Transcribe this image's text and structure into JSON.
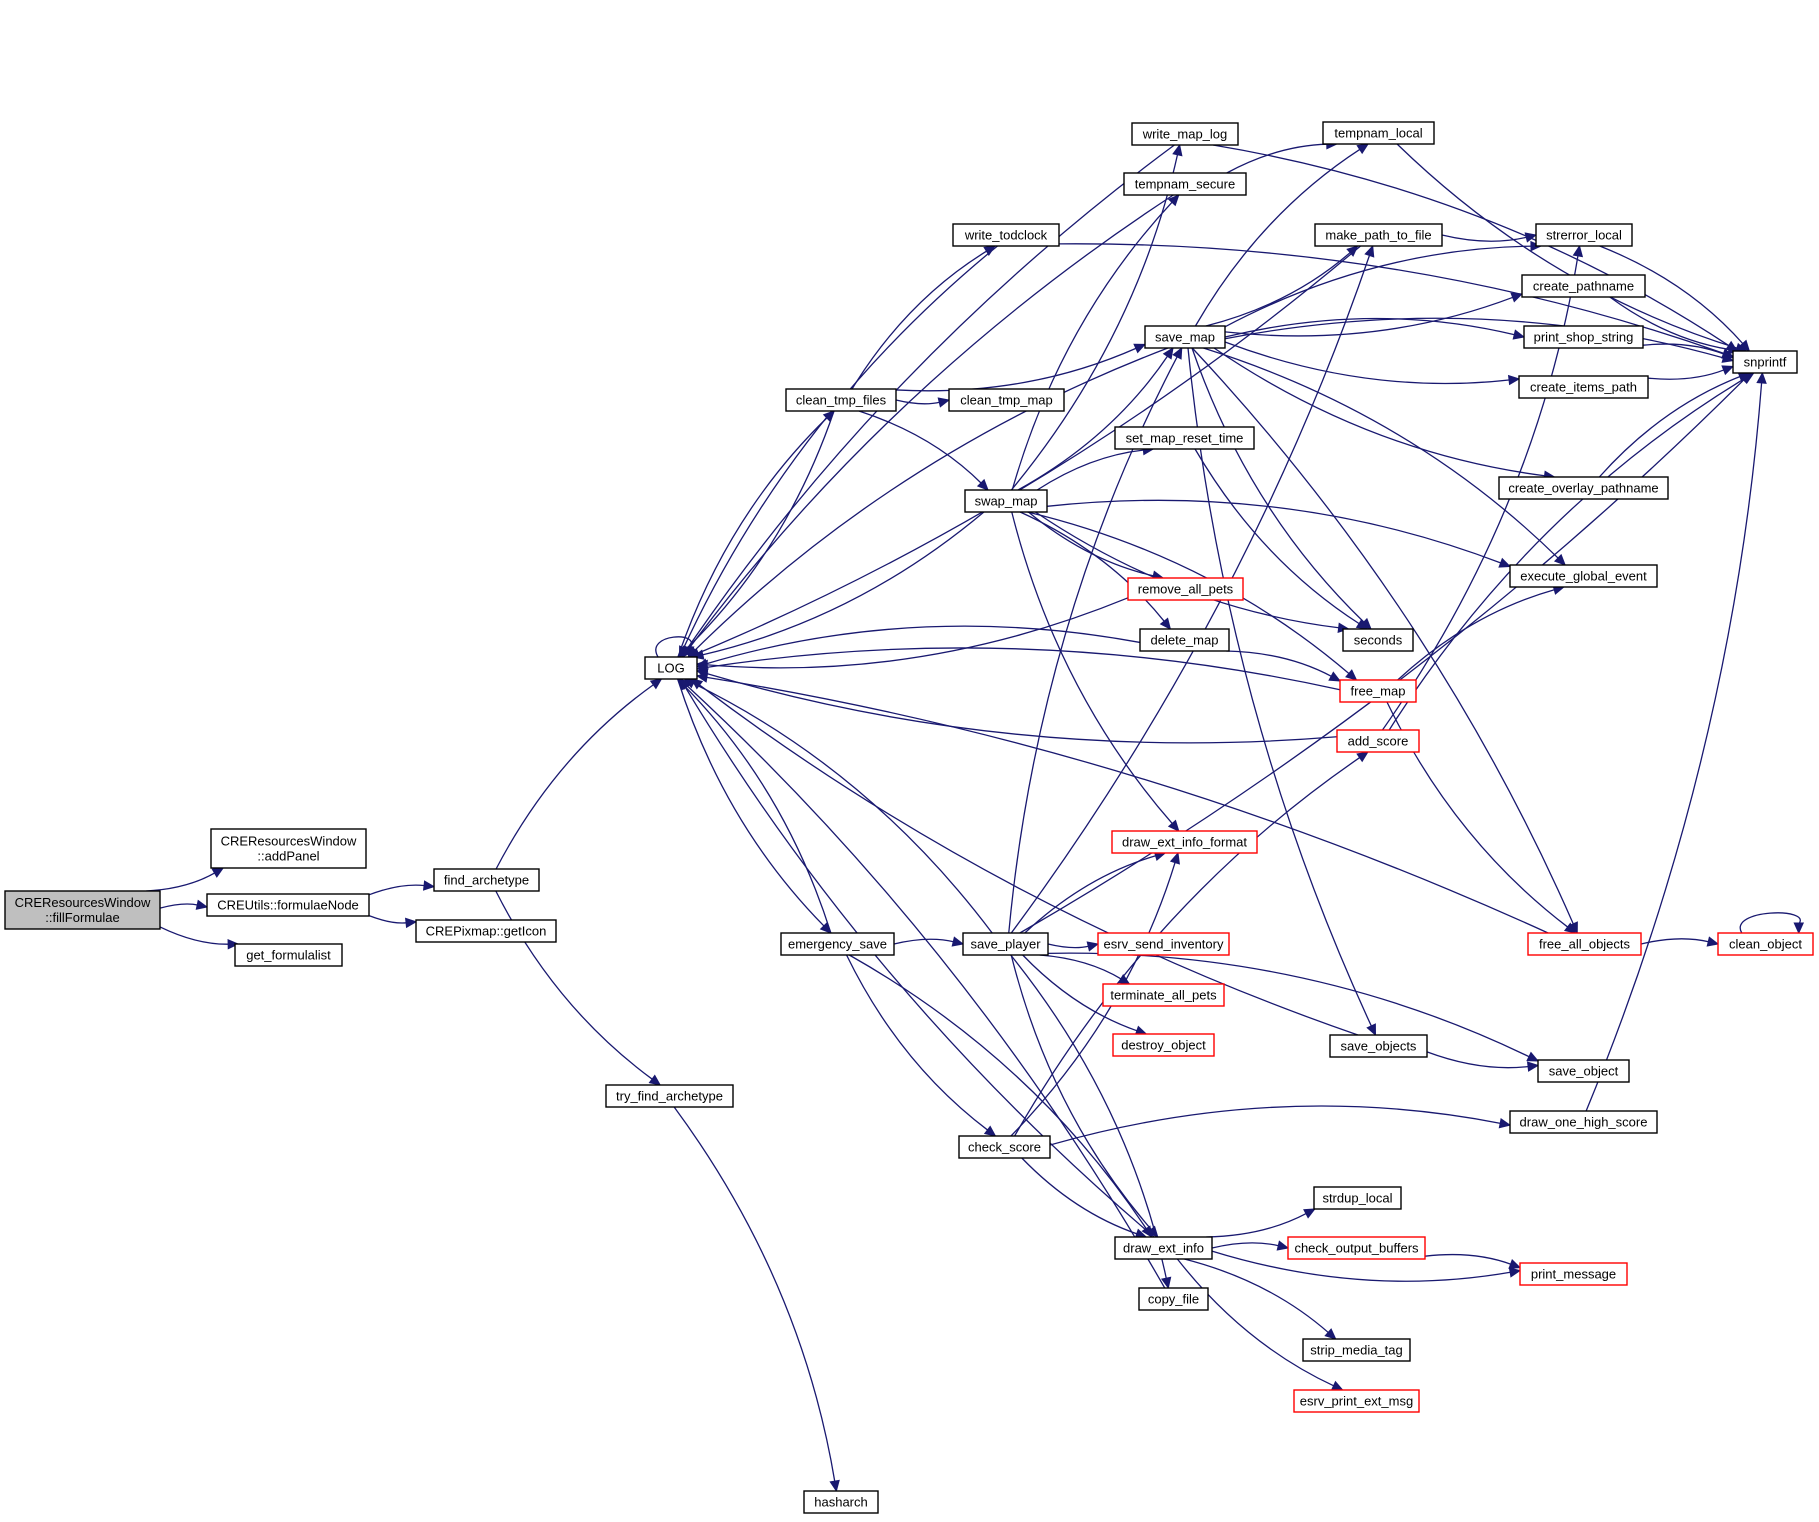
{
  "graph": {
    "type": "call-graph",
    "root": "CREResourcesWindow::fillFormulae",
    "colors": {
      "edge": "#191970",
      "node_border": "#000000",
      "node_border_truncated": "#ff0000",
      "root_fill": "#bfbfbf",
      "node_fill": "#ffffff"
    },
    "nodes": [
      {
        "id": "fillFormulae",
        "lines": [
          "CREResourcesWindow",
          "::fillFormulae"
        ],
        "style": "root"
      },
      {
        "id": "addPanel",
        "lines": [
          "CREResourcesWindow",
          "::addPanel"
        ],
        "style": "normal"
      },
      {
        "id": "formulaeNode",
        "lines": [
          "CREUtils::formulaeNode"
        ],
        "style": "normal"
      },
      {
        "id": "get_formulalist",
        "lines": [
          "get_formulalist"
        ],
        "style": "normal"
      },
      {
        "id": "find_archetype",
        "lines": [
          "find_archetype"
        ],
        "style": "normal"
      },
      {
        "id": "getIcon",
        "lines": [
          "CREPixmap::getIcon"
        ],
        "style": "normal"
      },
      {
        "id": "LOG",
        "lines": [
          "LOG"
        ],
        "style": "normal"
      },
      {
        "id": "try_find_archetype",
        "lines": [
          "try_find_archetype"
        ],
        "style": "normal"
      },
      {
        "id": "hasharch",
        "lines": [
          "hasharch"
        ],
        "style": "normal"
      },
      {
        "id": "clean_tmp_files",
        "lines": [
          "clean_tmp_files"
        ],
        "style": "normal"
      },
      {
        "id": "clean_tmp_map",
        "lines": [
          "clean_tmp_map"
        ],
        "style": "normal"
      },
      {
        "id": "write_todclock",
        "lines": [
          "write_todclock"
        ],
        "style": "normal"
      },
      {
        "id": "write_map_log",
        "lines": [
          "write_map_log"
        ],
        "style": "normal"
      },
      {
        "id": "tempnam_secure",
        "lines": [
          "tempnam_secure"
        ],
        "style": "normal"
      },
      {
        "id": "tempnam_local",
        "lines": [
          "tempnam_local"
        ],
        "style": "normal"
      },
      {
        "id": "make_path_to_file",
        "lines": [
          "make_path_to_file"
        ],
        "style": "normal"
      },
      {
        "id": "strerror_local",
        "lines": [
          "strerror_local"
        ],
        "style": "normal"
      },
      {
        "id": "create_pathname",
        "lines": [
          "create_pathname"
        ],
        "style": "normal"
      },
      {
        "id": "print_shop_string",
        "lines": [
          "print_shop_string"
        ],
        "style": "normal"
      },
      {
        "id": "create_items_path",
        "lines": [
          "create_items_path"
        ],
        "style": "normal"
      },
      {
        "id": "create_overlay_pathname",
        "lines": [
          "create_overlay_pathname"
        ],
        "style": "normal"
      },
      {
        "id": "execute_global_event",
        "lines": [
          "execute_global_event"
        ],
        "style": "normal"
      },
      {
        "id": "snprintf",
        "lines": [
          "snprintf"
        ],
        "style": "normal"
      },
      {
        "id": "save_map",
        "lines": [
          "save_map"
        ],
        "style": "normal"
      },
      {
        "id": "set_map_reset_time",
        "lines": [
          "set_map_reset_time"
        ],
        "style": "normal"
      },
      {
        "id": "swap_map",
        "lines": [
          "swap_map"
        ],
        "style": "normal"
      },
      {
        "id": "remove_all_pets",
        "lines": [
          "remove_all_pets"
        ],
        "style": "truncated"
      },
      {
        "id": "delete_map",
        "lines": [
          "delete_map"
        ],
        "style": "normal"
      },
      {
        "id": "seconds",
        "lines": [
          "seconds"
        ],
        "style": "normal"
      },
      {
        "id": "free_map",
        "lines": [
          "free_map"
        ],
        "style": "truncated"
      },
      {
        "id": "add_score",
        "lines": [
          "add_score"
        ],
        "style": "truncated"
      },
      {
        "id": "draw_ext_info_format",
        "lines": [
          "draw_ext_info_format"
        ],
        "style": "truncated"
      },
      {
        "id": "emergency_save",
        "lines": [
          "emergency_save"
        ],
        "style": "normal"
      },
      {
        "id": "save_player",
        "lines": [
          "save_player"
        ],
        "style": "normal"
      },
      {
        "id": "esrv_send_inventory",
        "lines": [
          "esrv_send_inventory"
        ],
        "style": "truncated"
      },
      {
        "id": "terminate_all_pets",
        "lines": [
          "terminate_all_pets"
        ],
        "style": "truncated"
      },
      {
        "id": "destroy_object",
        "lines": [
          "destroy_object"
        ],
        "style": "truncated"
      },
      {
        "id": "free_all_objects",
        "lines": [
          "free_all_objects"
        ],
        "style": "truncated"
      },
      {
        "id": "clean_object",
        "lines": [
          "clean_object"
        ],
        "style": "truncated"
      },
      {
        "id": "save_objects",
        "lines": [
          "save_objects"
        ],
        "style": "normal"
      },
      {
        "id": "save_object",
        "lines": [
          "save_object"
        ],
        "style": "normal"
      },
      {
        "id": "check_score",
        "lines": [
          "check_score"
        ],
        "style": "normal"
      },
      {
        "id": "draw_one_high_score",
        "lines": [
          "draw_one_high_score"
        ],
        "style": "normal"
      },
      {
        "id": "draw_ext_info",
        "lines": [
          "draw_ext_info"
        ],
        "style": "normal"
      },
      {
        "id": "strdup_local",
        "lines": [
          "strdup_local"
        ],
        "style": "normal"
      },
      {
        "id": "check_output_buffers",
        "lines": [
          "check_output_buffers"
        ],
        "style": "truncated"
      },
      {
        "id": "print_message",
        "lines": [
          "print_message"
        ],
        "style": "truncated"
      },
      {
        "id": "copy_file",
        "lines": [
          "copy_file"
        ],
        "style": "normal"
      },
      {
        "id": "strip_media_tag",
        "lines": [
          "strip_media_tag"
        ],
        "style": "normal"
      },
      {
        "id": "esrv_print_ext_msg",
        "lines": [
          "esrv_print_ext_msg"
        ],
        "style": "truncated"
      }
    ],
    "edges": [
      [
        "fillFormulae",
        "addPanel"
      ],
      [
        "fillFormulae",
        "formulaeNode"
      ],
      [
        "fillFormulae",
        "get_formulalist"
      ],
      [
        "formulaeNode",
        "find_archetype"
      ],
      [
        "formulaeNode",
        "getIcon"
      ],
      [
        "find_archetype",
        "LOG"
      ],
      [
        "find_archetype",
        "try_find_archetype"
      ],
      [
        "try_find_archetype",
        "hasharch"
      ],
      [
        "LOG",
        "LOG"
      ],
      [
        "LOG",
        "clean_tmp_files"
      ],
      [
        "LOG",
        "emergency_save"
      ],
      [
        "clean_tmp_files",
        "LOG"
      ],
      [
        "clean_tmp_files",
        "clean_tmp_map"
      ],
      [
        "clean_tmp_files",
        "write_todclock"
      ],
      [
        "clean_tmp_files",
        "save_map"
      ],
      [
        "clean_tmp_files",
        "swap_map"
      ],
      [
        "write_todclock",
        "LOG"
      ],
      [
        "write_todclock",
        "snprintf"
      ],
      [
        "write_map_log",
        "LOG"
      ],
      [
        "write_map_log",
        "snprintf"
      ],
      [
        "tempnam_secure",
        "LOG"
      ],
      [
        "tempnam_secure",
        "tempnam_local"
      ],
      [
        "tempnam_local",
        "snprintf"
      ],
      [
        "make_path_to_file",
        "LOG"
      ],
      [
        "make_path_to_file",
        "strerror_local"
      ],
      [
        "strerror_local",
        "snprintf"
      ],
      [
        "create_pathname",
        "snprintf"
      ],
      [
        "print_shop_string",
        "snprintf"
      ],
      [
        "create_items_path",
        "snprintf"
      ],
      [
        "create_overlay_pathname",
        "snprintf"
      ],
      [
        "save_map",
        "LOG"
      ],
      [
        "save_map",
        "tempnam_local"
      ],
      [
        "save_map",
        "make_path_to_file"
      ],
      [
        "save_map",
        "strerror_local"
      ],
      [
        "save_map",
        "create_pathname"
      ],
      [
        "save_map",
        "print_shop_string"
      ],
      [
        "save_map",
        "create_items_path"
      ],
      [
        "save_map",
        "snprintf"
      ],
      [
        "save_map",
        "create_overlay_pathname"
      ],
      [
        "save_map",
        "execute_global_event"
      ],
      [
        "save_map",
        "seconds"
      ],
      [
        "save_map",
        "free_all_objects"
      ],
      [
        "save_map",
        "save_objects"
      ],
      [
        "swap_map",
        "LOG"
      ],
      [
        "swap_map",
        "write_map_log"
      ],
      [
        "swap_map",
        "tempnam_secure"
      ],
      [
        "swap_map",
        "save_map"
      ],
      [
        "swap_map",
        "set_map_reset_time"
      ],
      [
        "swap_map",
        "remove_all_pets"
      ],
      [
        "swap_map",
        "delete_map"
      ],
      [
        "swap_map",
        "seconds"
      ],
      [
        "swap_map",
        "free_map"
      ],
      [
        "swap_map",
        "draw_ext_info_format"
      ],
      [
        "swap_map",
        "execute_global_event"
      ],
      [
        "set_map_reset_time",
        "seconds"
      ],
      [
        "remove_all_pets",
        "LOG"
      ],
      [
        "delete_map",
        "LOG"
      ],
      [
        "delete_map",
        "free_map"
      ],
      [
        "free_map",
        "LOG"
      ],
      [
        "free_map",
        "execute_global_event"
      ],
      [
        "free_map",
        "free_all_objects"
      ],
      [
        "add_score",
        "LOG"
      ],
      [
        "add_score",
        "strerror_local"
      ],
      [
        "add_score",
        "snprintf"
      ],
      [
        "emergency_save",
        "LOG"
      ],
      [
        "emergency_save",
        "save_player"
      ],
      [
        "emergency_save",
        "check_score"
      ],
      [
        "emergency_save",
        "draw_ext_info"
      ],
      [
        "save_player",
        "LOG"
      ],
      [
        "save_player",
        "save_map"
      ],
      [
        "save_player",
        "make_path_to_file"
      ],
      [
        "save_player",
        "draw_ext_info_format"
      ],
      [
        "save_player",
        "esrv_send_inventory"
      ],
      [
        "save_player",
        "terminate_all_pets"
      ],
      [
        "save_player",
        "destroy_object"
      ],
      [
        "save_player",
        "save_object"
      ],
      [
        "save_player",
        "draw_ext_info"
      ],
      [
        "save_player",
        "copy_file"
      ],
      [
        "save_player",
        "snprintf"
      ],
      [
        "check_score",
        "add_score"
      ],
      [
        "check_score",
        "draw_ext_info_format"
      ],
      [
        "check_score",
        "draw_one_high_score"
      ],
      [
        "check_score",
        "draw_ext_info"
      ],
      [
        "free_all_objects",
        "clean_object"
      ],
      [
        "free_all_objects",
        "LOG"
      ],
      [
        "clean_object",
        "clean_object"
      ],
      [
        "save_objects",
        "save_object"
      ],
      [
        "save_objects",
        "LOG"
      ],
      [
        "draw_one_high_score",
        "snprintf"
      ],
      [
        "draw_ext_info",
        "LOG"
      ],
      [
        "draw_ext_info",
        "strdup_local"
      ],
      [
        "draw_ext_info",
        "check_output_buffers"
      ],
      [
        "draw_ext_info",
        "print_message"
      ],
      [
        "draw_ext_info",
        "strip_media_tag"
      ],
      [
        "draw_ext_info",
        "esrv_print_ext_msg"
      ],
      [
        "check_output_buffers",
        "print_message"
      ],
      [
        "copy_file",
        "LOG"
      ]
    ]
  }
}
